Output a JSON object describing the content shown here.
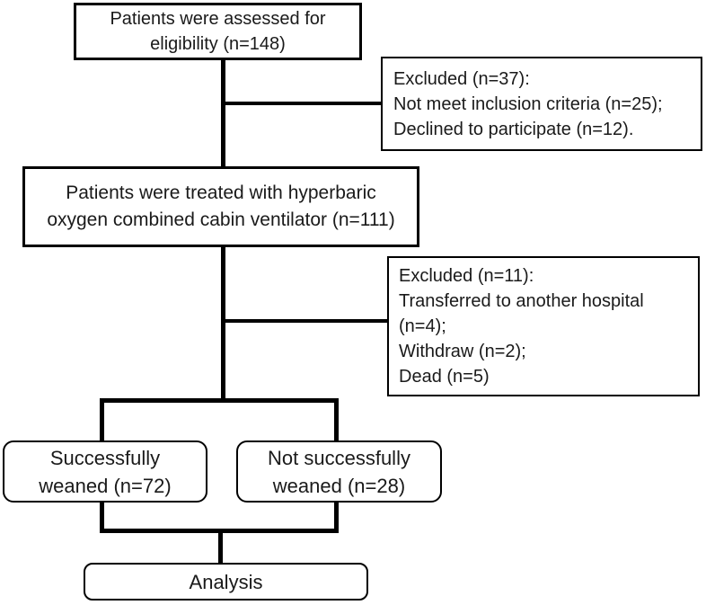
{
  "diagram": {
    "type": "patient-flow-chart",
    "colors": {
      "line": "#000000",
      "background": "#ffffff",
      "text": "#1a1a1a"
    },
    "boxes": {
      "assessed": {
        "shape": "rectangle",
        "lines": [
          "Patients were assessed for",
          "eligibility (n=148)"
        ],
        "n": 148
      },
      "excluded1": {
        "shape": "rectangle",
        "lines": [
          "Excluded (n=37):",
          "Not meet inclusion criteria (n=25);",
          "Declined to participate (n=12)."
        ],
        "n": 37
      },
      "treated": {
        "shape": "rectangle",
        "lines": [
          "Patients were treated with hyperbaric",
          "oxygen combined cabin ventilator (n=111)"
        ],
        "n": 111
      },
      "excluded2": {
        "shape": "rectangle",
        "lines": [
          "Excluded (n=11):",
          "Transferred to another hospital (n=4);",
          "Withdraw (n=2);",
          "Dead (n=5)"
        ],
        "n": 11
      },
      "weaned_success": {
        "shape": "rounded-rectangle",
        "lines": [
          "Successfully",
          "weaned (n=72)"
        ],
        "n": 72
      },
      "weaned_not": {
        "shape": "rounded-rectangle",
        "lines": [
          "Not successfully",
          "weaned (n=28)"
        ],
        "n": 28
      },
      "analysis": {
        "shape": "rounded-rectangle",
        "lines": [
          "Analysis"
        ]
      }
    },
    "connections": [
      {
        "from": "assessed",
        "to": "treated",
        "style": "vertical-line"
      },
      {
        "from": "assessed-treated-line",
        "to": "excluded1",
        "style": "horizontal-branch"
      },
      {
        "from": "treated",
        "to": "split",
        "style": "vertical-line"
      },
      {
        "from": "treated-split-line",
        "to": "excluded2",
        "style": "horizontal-branch"
      },
      {
        "from": "split",
        "to": "weaned_success",
        "style": "elbow"
      },
      {
        "from": "split",
        "to": "weaned_not",
        "style": "elbow"
      },
      {
        "from": "weaned_success",
        "to": "analysis",
        "style": "elbow-merge"
      },
      {
        "from": "weaned_not",
        "to": "analysis",
        "style": "elbow-merge"
      }
    ]
  }
}
